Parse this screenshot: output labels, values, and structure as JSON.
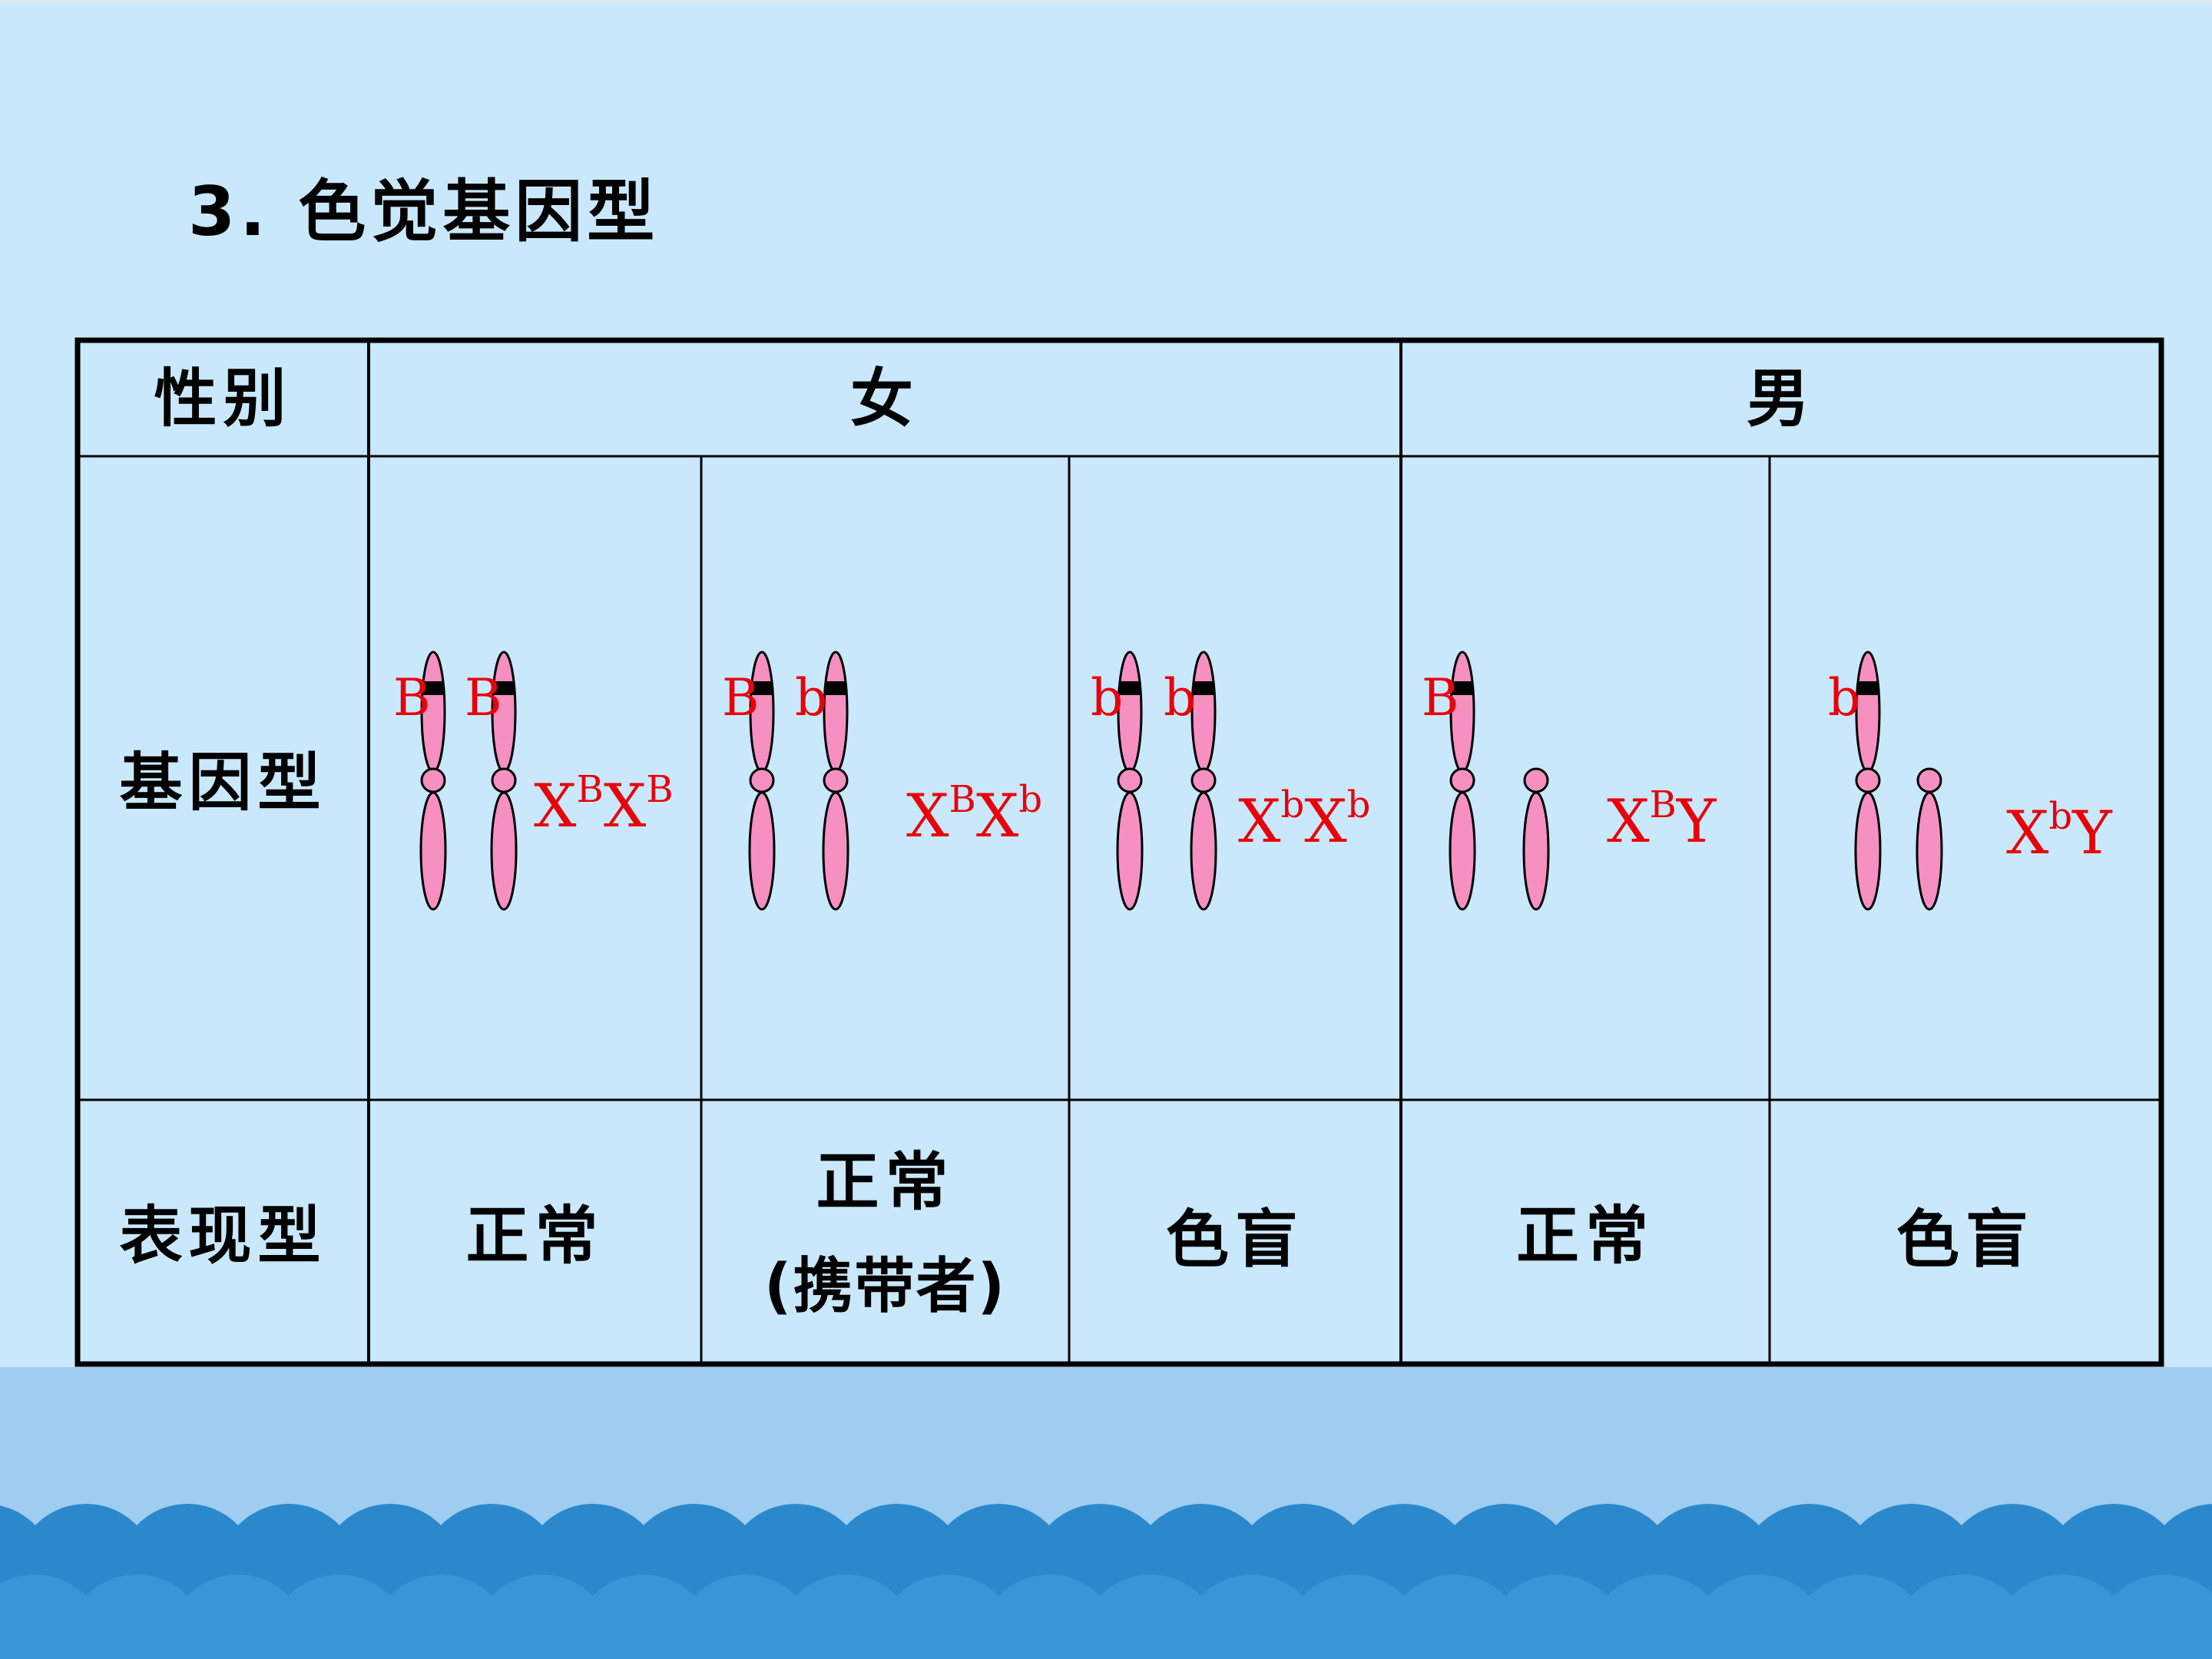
{
  "title": "3. 色觉基因型",
  "table": {
    "header": {
      "sex_label": "性别",
      "female": "女",
      "male": "男"
    },
    "row_labels": {
      "genotype": "基因型",
      "phenotype": "表现型"
    },
    "columns": [
      {
        "alleles": [
          "B",
          "B"
        ],
        "genotype": {
          "x1": "X",
          "s1": "B",
          "x2": "X",
          "s2": "B"
        },
        "phenotype": "正常",
        "phenotype_note": ""
      },
      {
        "alleles": [
          "B",
          "b"
        ],
        "genotype": {
          "x1": "X",
          "s1": "B",
          "x2": "X",
          "s2": "b"
        },
        "phenotype": "正常",
        "phenotype_note": "(携带者)"
      },
      {
        "alleles": [
          "b",
          "b"
        ],
        "genotype": {
          "x1": "X",
          "s1": "b",
          "x2": "X",
          "s2": "b"
        },
        "phenotype": "色盲",
        "phenotype_note": ""
      },
      {
        "alleles": [
          "B"
        ],
        "genotype": {
          "x1": "X",
          "s1": "B",
          "x2": "Y",
          "s2": ""
        },
        "phenotype": "正常",
        "phenotype_note": ""
      },
      {
        "alleles": [
          "b"
        ],
        "genotype": {
          "x1": "X",
          "s1": "b",
          "x2": "Y",
          "s2": ""
        },
        "phenotype": "色盲",
        "phenotype_note": ""
      }
    ]
  },
  "colors": {
    "background": "#c9e8fb",
    "chromosome": "#f590c0",
    "gene_text": "#e8000b",
    "wave": "#2b88cc"
  }
}
